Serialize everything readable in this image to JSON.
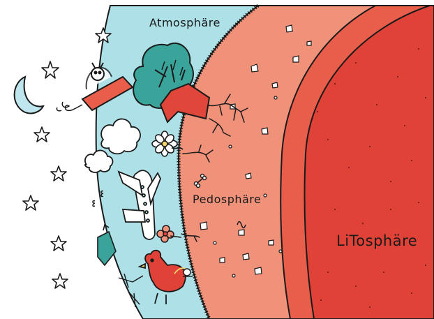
{
  "labels": {
    "atmosphere": "Atmosphäre",
    "pedosphere": "Pedosphäre",
    "lithosphere": "LiTosphäre"
  },
  "colors": {
    "space": "#ffffff",
    "atmosphere": "#aee0e8",
    "pedosphere": "#f0917a",
    "lithosphere_outer": "#e85e4a",
    "lithosphere_core": "#e04238",
    "outline": "#1a1a1a",
    "tree_crown": "#3aa39a",
    "tree_trunk": "#e0463a",
    "moon": "#bfe6ee"
  },
  "icons": [
    "moon-icon",
    "star-icon",
    "ufo-icon",
    "alien-icon",
    "tree-icon",
    "cloud-icon",
    "daisy-flower-icon",
    "airplane-icon",
    "bird-icon",
    "bug-icon",
    "snail-icon",
    "rooster-icon",
    "root-icon",
    "bone-icon",
    "stone-icon",
    "worm-icon"
  ]
}
